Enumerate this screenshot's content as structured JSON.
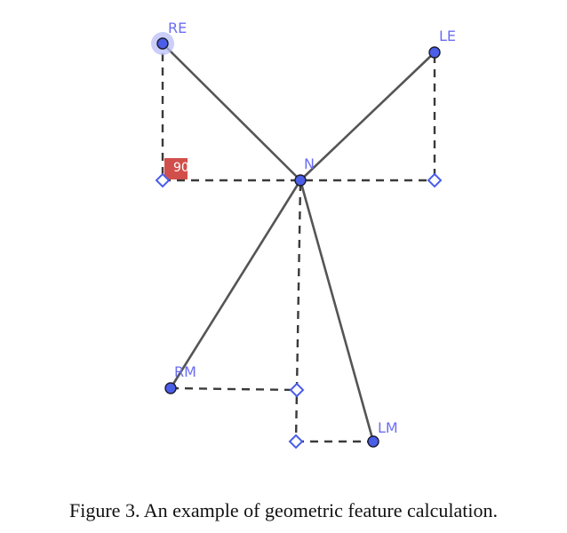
{
  "points": {
    "re": "RE",
    "le": "LE",
    "n": "N",
    "rm": "RM",
    "lm": "LM"
  },
  "angle_label": "90°",
  "caption": "Figure 3. An example of geometric feature calculation.",
  "colors": {
    "point": "#4a5ee8",
    "label": "#6b6ef2",
    "angle_marker": "#c9302c",
    "line": "#555555"
  }
}
